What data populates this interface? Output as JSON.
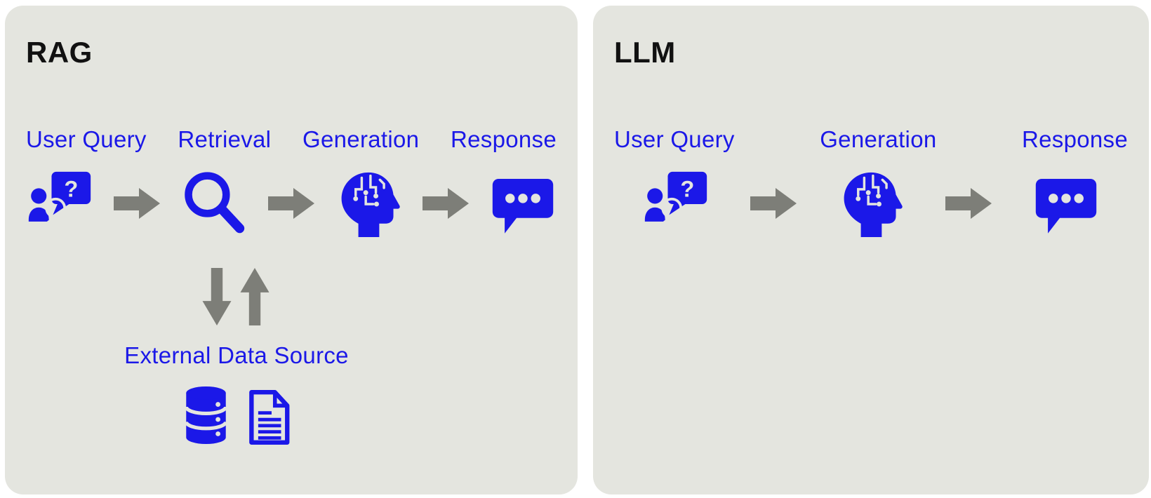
{
  "colors": {
    "page_bg": "#ffffff",
    "panel_bg": "#e4e5df",
    "accent_blue": "#1b18e8",
    "arrow_gray": "#7d7e78",
    "title_color": "#111111"
  },
  "panels": {
    "rag": {
      "title": "RAG",
      "labels": [
        "User Query",
        "Retrieval",
        "Generation",
        "Response"
      ],
      "external_label": "External Data Source",
      "bubble_question_mark": "?"
    },
    "llm": {
      "title": "LLM",
      "labels": [
        "User Query",
        "Generation",
        "Response"
      ],
      "bubble_question_mark": "?"
    }
  },
  "icons": {
    "user_query": "user-query-icon",
    "retrieval": "search-icon",
    "generation": "brain-head-icon",
    "response": "chat-dots-icon",
    "flow": "right-arrow-icon",
    "to_external": "down-arrow-icon",
    "from_external": "up-arrow-icon",
    "external_database": "database-icon",
    "external_document": "document-icon"
  }
}
